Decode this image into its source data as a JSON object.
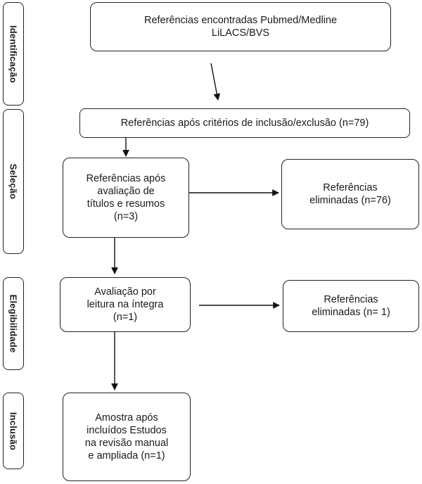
{
  "phases": {
    "identificacao": "Identificação",
    "selecao": "Seleção",
    "elegibilidade": "Elegibilidade",
    "inclusao": "Inclusão"
  },
  "boxes": {
    "found": "Referências encontradas Pubmed/Medline\nLiLACS/BVS",
    "after_criteria": "Referências após critérios de inclusão/exclusão (n=79)",
    "after_titles": "Referências após\navaliação de\ntítulos e resumos\n(n=3)",
    "eliminated_1": "Referências\neliminadas (n=76)",
    "full_reading": "Avaliação por\nleitura na íntegra\n(n=1)",
    "eliminated_2": "Referências\neliminadas (n= 1)",
    "sample": "Amostra após\nincluídos Estudos\nna revisão manual\ne ampliada (n=1)"
  }
}
